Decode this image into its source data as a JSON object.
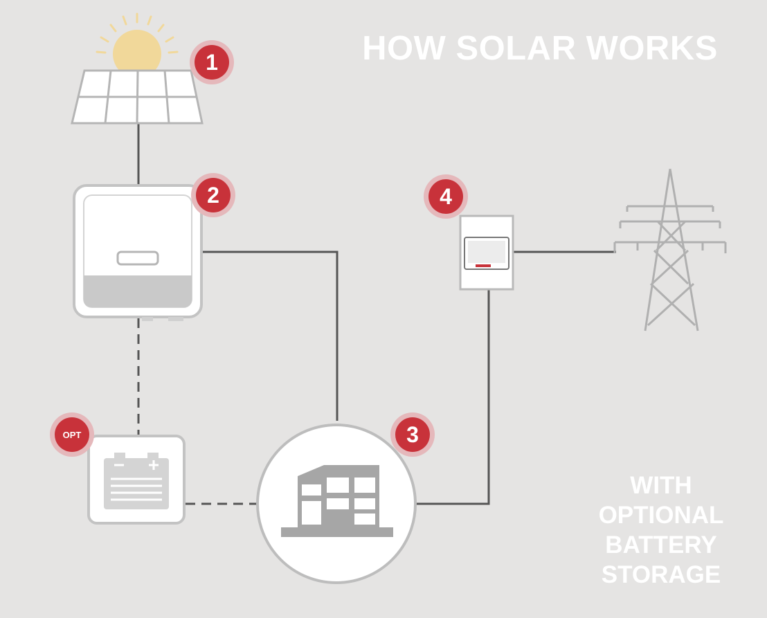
{
  "title": "HOW SOLAR WORKS",
  "subtitle_lines": [
    "WITH",
    "OPTIONAL",
    "BATTERY",
    "STORAGE"
  ],
  "steps": [
    {
      "id": "solar-panel",
      "badge": "1"
    },
    {
      "id": "inverter",
      "badge": "2"
    },
    {
      "id": "building",
      "badge": "3"
    },
    {
      "id": "meter",
      "badge": "4"
    }
  ],
  "battery_badge": "OPT",
  "colors": {
    "background": "#e5e4e3",
    "badge": "#c8323a",
    "badge_halo": "#e5b8bb",
    "line": "#555555",
    "device_outline": "#bdbdbd",
    "sun": "#f1d89a"
  }
}
